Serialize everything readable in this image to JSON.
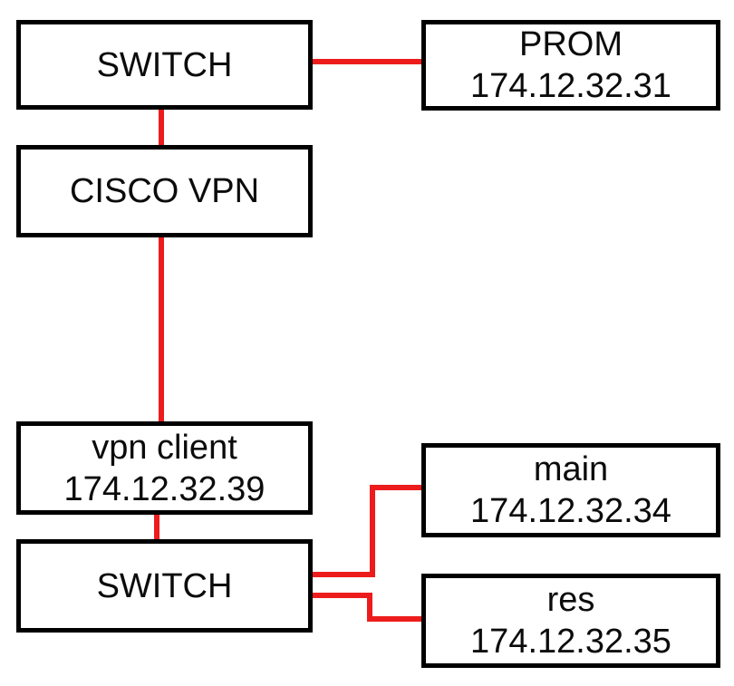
{
  "diagram": {
    "colors": {
      "connector_red": "#ed1c1c",
      "node_border": "#000000",
      "background": "#ffffff",
      "text": "#0b0b0b"
    },
    "nodes": {
      "switch_top": {
        "label": "SWITCH"
      },
      "prom": {
        "label": "PROM",
        "ip": "174.12.32.31"
      },
      "cisco_vpn": {
        "label": "CISCO VPN"
      },
      "vpn_client": {
        "label": "vpn client",
        "ip": "174.12.32.39"
      },
      "switch_bottom": {
        "label": "SWITCH"
      },
      "main": {
        "label": "main",
        "ip": "174.12.32.34"
      },
      "res": {
        "label": "res",
        "ip": "174.12.32.35"
      }
    },
    "connections": [
      {
        "from": "switch_top",
        "to": "prom",
        "style": "horizontal"
      },
      {
        "from": "switch_top",
        "to": "cisco_vpn",
        "style": "vertical"
      },
      {
        "from": "cisco_vpn",
        "to": "vpn_client",
        "style": "vertical"
      },
      {
        "from": "vpn_client",
        "to": "switch_bottom",
        "style": "vertical"
      },
      {
        "from": "switch_bottom",
        "to": "main",
        "style": "elbow-up"
      },
      {
        "from": "switch_bottom",
        "to": "res",
        "style": "elbow-down"
      }
    ]
  }
}
